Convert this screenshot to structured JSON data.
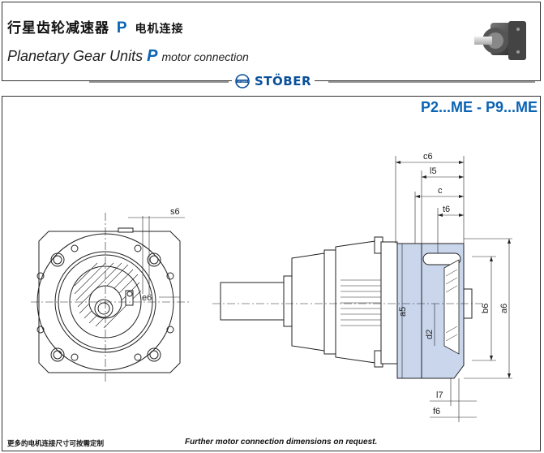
{
  "header": {
    "title_cn": "行星齿轮减速器",
    "title_p": "P",
    "title_cn_suffix": "电机连接",
    "title_en": "Planetary Gear Units",
    "title_en_p": "P",
    "title_en_suffix": "motor connection",
    "brand_name": "STÖBER",
    "brand_logo_text": "STOBER",
    "photo_icon": "gear-unit-photo"
  },
  "main": {
    "series": "P2...ME - P9...ME",
    "dims": {
      "s6": "s6",
      "e6": "e6",
      "c6": "c6",
      "l5": "l5",
      "c": "c",
      "t6": "t6",
      "a5": "a5",
      "d2": "d2",
      "b6": "b6",
      "a6": "a6",
      "l7": "l7",
      "f6": "f6"
    }
  },
  "footer": {
    "note_cn": "更多的电机连接尺寸可按需定制",
    "note_en": "Further motor connection dimensions on request."
  },
  "colors": {
    "accent_blue": "#0a64b4",
    "highlight": "#c9d6ec"
  }
}
